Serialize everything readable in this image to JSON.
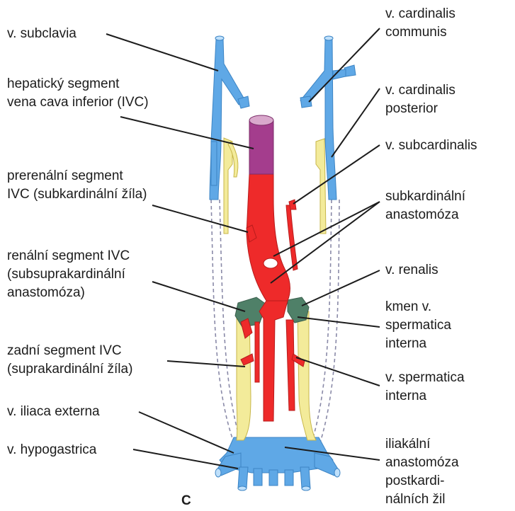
{
  "diagram_label": "C",
  "labels_left": {
    "subclavia": "v. subclavia",
    "hepatic_1": "hepatický segment",
    "hepatic_2": "vena cava inferior (IVC)",
    "prerenal_1": "prerenální segment",
    "prerenal_2": "IVC (subkardinální žíla)",
    "renal_1": "renální segment IVC",
    "renal_2": "(subsuprakardinální",
    "renal_3": "anastomóza)",
    "posterior_1": "zadní segment IVC",
    "posterior_2": "(suprakardinální žíla)",
    "iliaca": "v. iliaca externa",
    "hypogastrica": "v. hypogastrica"
  },
  "labels_right": {
    "cardinalis_communis_1": "v. cardinalis",
    "cardinalis_communis_2": "communis",
    "cardinalis_posterior_1": "v. cardinalis",
    "cardinalis_posterior_2": "posterior",
    "subcardinalis": "v. subcardinalis",
    "subcard_anast_1": "subkardinální",
    "subcard_anast_2": "anastomóza",
    "renalis": "v. renalis",
    "kmen_1": "kmen v.",
    "kmen_2": "spermatica",
    "kmen_3": "interna",
    "spermatica_1": "v. spermatica",
    "spermatica_2": "interna",
    "iliac_anast_1": "iliakální",
    "iliac_anast_2": "anastomóza",
    "iliac_anast_3": "postkardi-",
    "iliac_anast_4": "nálních žil"
  },
  "colors": {
    "cardinal_blue": "#5fa8e6",
    "ivc_red": "#ee2a2a",
    "hepatic_purple": "#a43d8d",
    "supracardinal_yellow": "#f3eb9a",
    "renal_green": "#4f8068",
    "leader_line": "#1c1c1c"
  }
}
